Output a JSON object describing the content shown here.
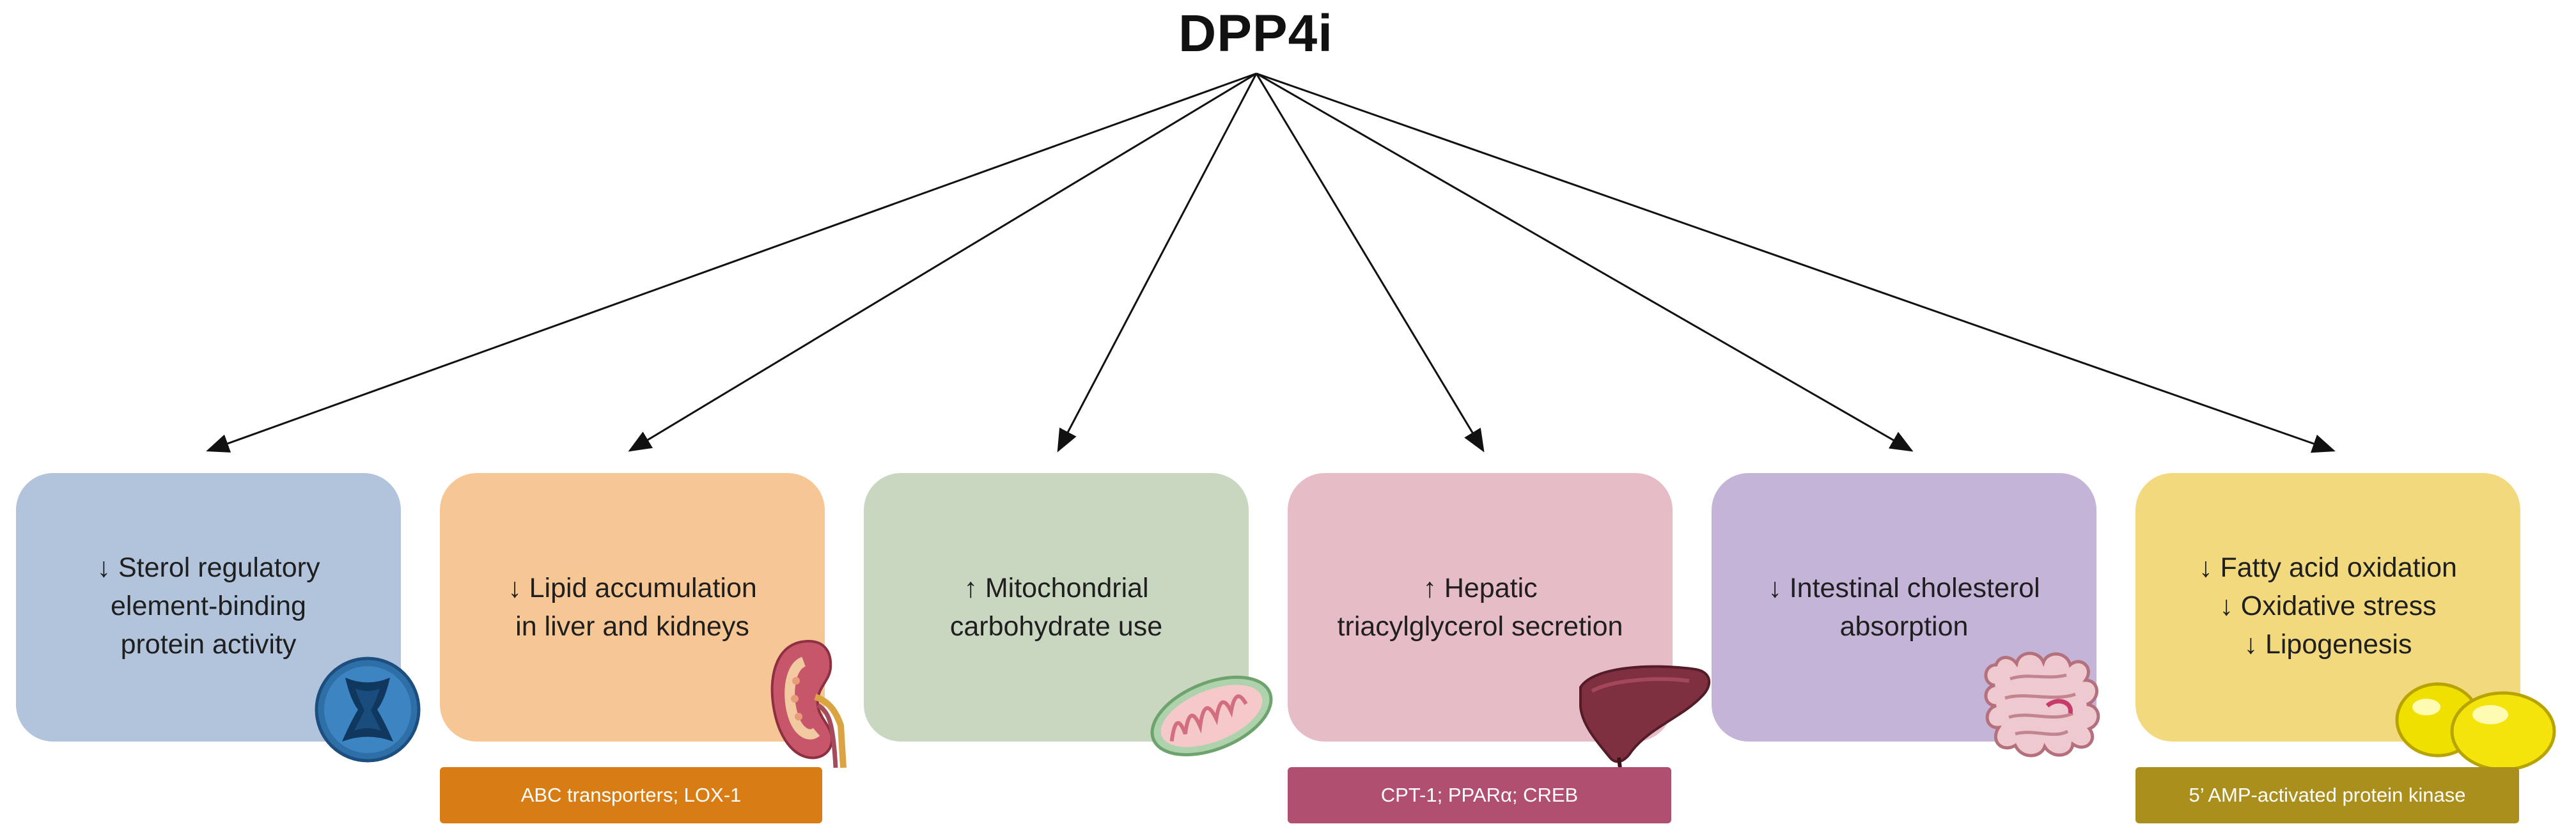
{
  "title": "DPP4i",
  "boxes": [
    {
      "lines": [
        "↓ Sterol regulatory",
        "element-binding",
        "protein activity"
      ],
      "color": "#b2c4dc",
      "icon": "vessel-cross-section-icon"
    },
    {
      "lines": [
        "↓ Lipid accumulation",
        "in liver and kidneys"
      ],
      "color": "#f6c795",
      "icon": "kidney-icon"
    },
    {
      "lines": [
        "↑ Mitochondrial",
        "carbohydrate use"
      ],
      "color": "#c9d6c0",
      "icon": "mitochondrion-icon"
    },
    {
      "lines": [
        "↑ Hepatic",
        "triacylglycerol secretion"
      ],
      "color": "#e6bcc6",
      "icon": "liver-icon"
    },
    {
      "lines": [
        "↓ Intestinal cholesterol",
        "absorption"
      ],
      "color": "#c4b4d8",
      "icon": "intestine-icon"
    },
    {
      "lines": [
        "↓ Fatty acid oxidation",
        "↓ Oxidative stress",
        "↓ Lipogenesis"
      ],
      "color": "#f2d97e",
      "icon": "fat-droplets-icon"
    }
  ],
  "tags": [
    {
      "label": "ABC transporters; LOX-1",
      "color": "#d87d14"
    },
    {
      "label": "CPT-1; PPARα; CREB",
      "color": "#b14f70"
    },
    {
      "label": "5’ AMP-activated protein kinase",
      "color": "#ab8f1d"
    }
  ]
}
